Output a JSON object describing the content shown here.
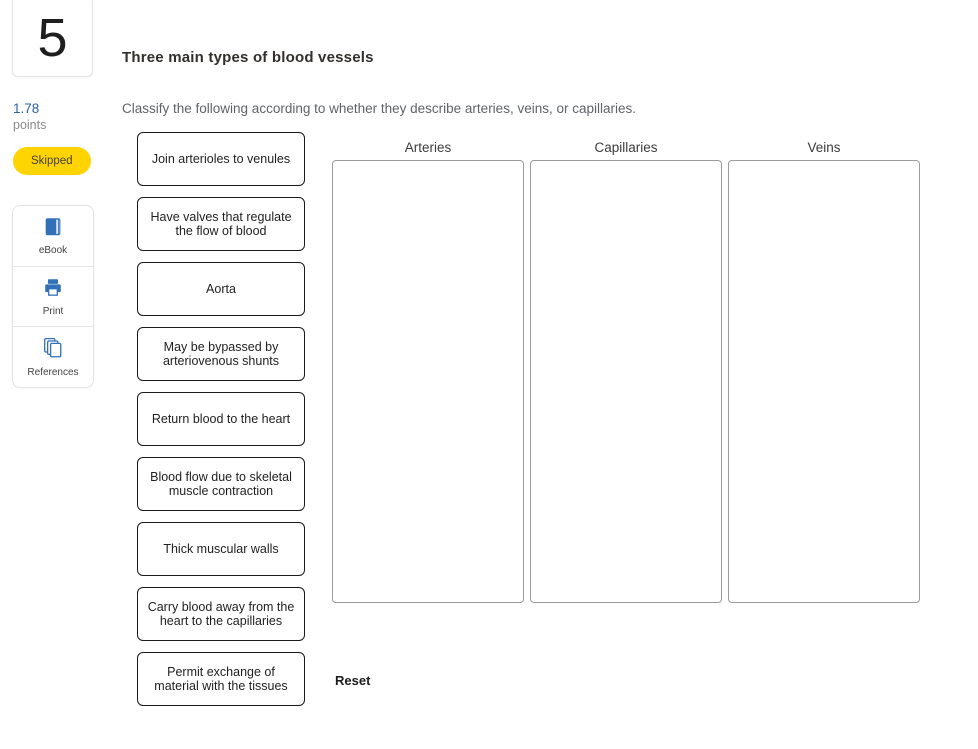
{
  "question": {
    "number": "5",
    "points": {
      "value": "1.78",
      "label": "points"
    },
    "status_badge": "Skipped"
  },
  "toolbar": {
    "tools": [
      {
        "label": "eBook"
      },
      {
        "label": "Print"
      },
      {
        "label": "References"
      }
    ]
  },
  "content": {
    "title": "Three main types of blood vessels",
    "instructions": "Classify the following according to whether they describe arteries, veins, or capillaries.",
    "items": [
      "Join arterioles to venules",
      "Have valves that regulate the flow of blood",
      "Aorta",
      "May be bypassed by arteriovenous shunts",
      "Return blood to the heart",
      "Blood flow due to skeletal muscle contraction",
      "Thick muscular walls",
      "Carry blood away from the heart to the capillaries",
      "Permit exchange of material with the tissues"
    ],
    "categories": [
      {
        "label": "Arteries"
      },
      {
        "label": "Capillaries"
      },
      {
        "label": "Veins"
      }
    ],
    "reset_label": "Reset"
  },
  "colors": {
    "points_blue": "#2a64a6",
    "badge_yellow": "#ffd400",
    "badge_text": "#424242",
    "icon_blue": "#3270b8"
  }
}
